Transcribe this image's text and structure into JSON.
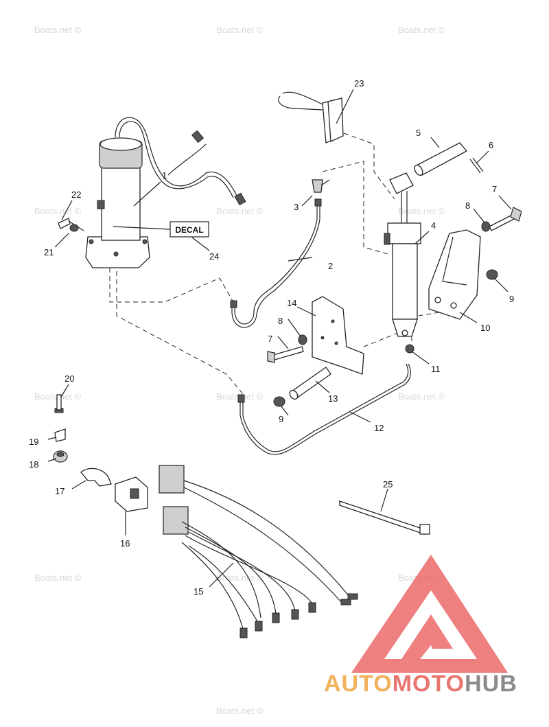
{
  "watermarks": [
    "Boats.net ©",
    "Boats.net ©",
    "Boats.net ©",
    "Boats.net ©",
    "Boats.net ©",
    "Boats.net ©",
    "Boats.net ©",
    "Boats.net ©",
    "Boats.net ©",
    "Boats.net ©",
    "Boats.net ©",
    "Boats.net ©",
    "Boats.net ©"
  ],
  "decal_label": "DECAL",
  "part_labels": [
    "1",
    "2",
    "3",
    "4",
    "5",
    "6",
    "7",
    "8",
    "9",
    "9",
    "10",
    "11",
    "12",
    "13",
    "14",
    "7",
    "8",
    "9",
    "15",
    "16",
    "17",
    "18",
    "19",
    "20",
    "21",
    "22",
    "23",
    "24",
    "25"
  ],
  "brand": {
    "part1": "AUTO",
    "part2": "MOTO",
    "part3": "HUB",
    "color_orange": "#f2b15a",
    "color_red": "#e8766f",
    "color_gray": "#8a8a8a"
  },
  "colors": {
    "logo_triangle": "#ec6a6a"
  }
}
